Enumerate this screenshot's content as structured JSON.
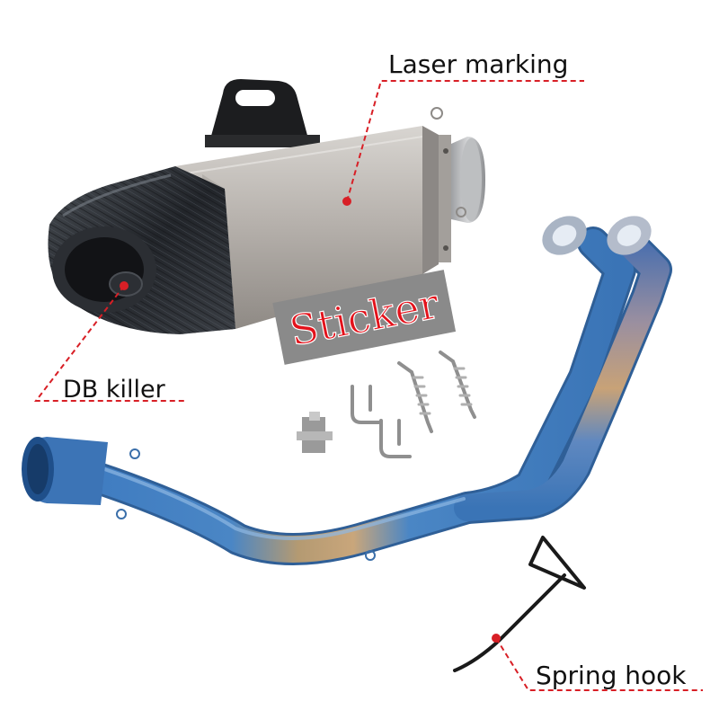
{
  "callouts": {
    "laser_marking": "Laser marking",
    "db_killer": "DB killer",
    "sticker": "Sticker",
    "spring_hook": "Spring hook"
  },
  "colors": {
    "callout_line": "#d81f26",
    "sticker_text": "#e3121b",
    "sticker_bg": "#8a8a8a",
    "pipe_blue": "#3f78b8",
    "pipe_gold": "#b9996a",
    "muffler_silver": "#b5b1ad",
    "carbon": "#2a2d31"
  }
}
